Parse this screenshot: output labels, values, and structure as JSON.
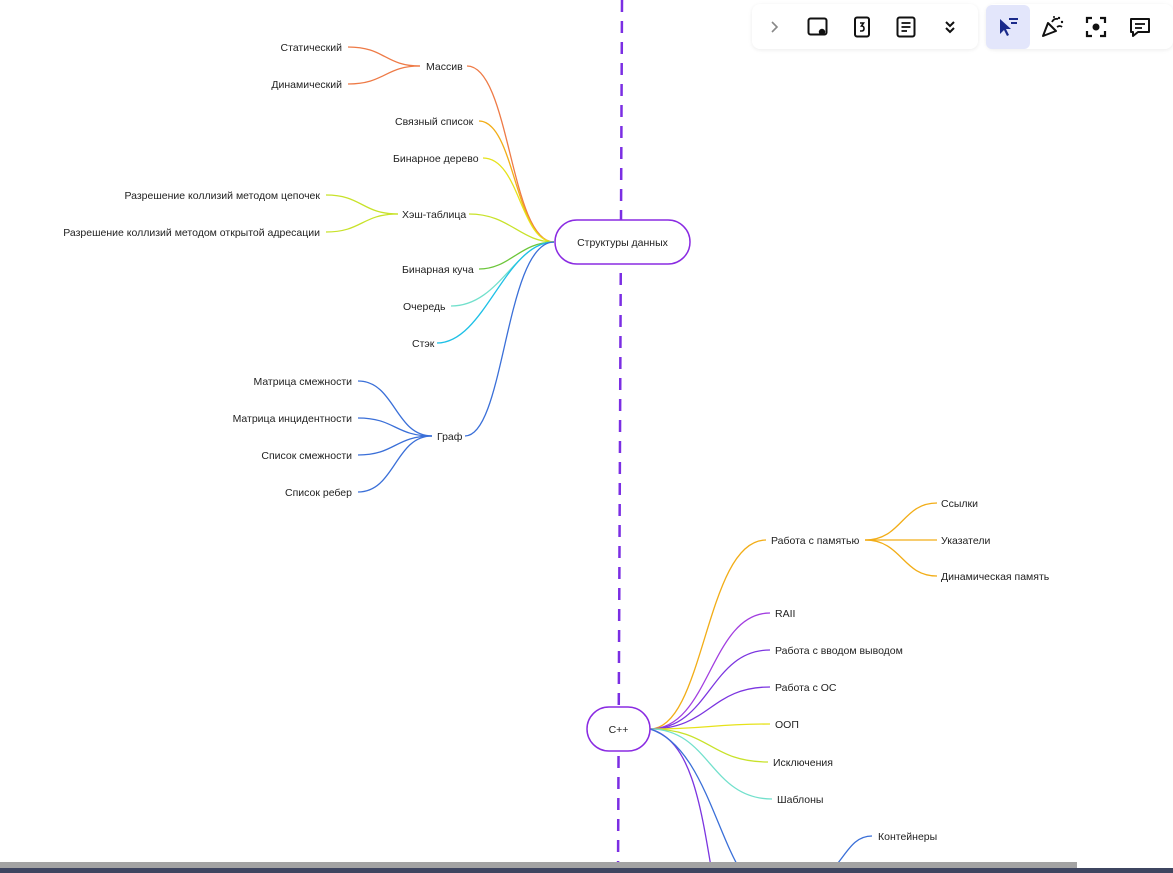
{
  "colors": {
    "divider": "#7b2ee3",
    "node_border": "#8a2be2",
    "orange": "#ee7a46",
    "amber": "#f2ad17",
    "yellow": "#e6e21a",
    "lime": "#c8e22a",
    "green": "#6cc63a",
    "mint": "#72e0cc",
    "cyan": "#1ec0e6",
    "blue": "#3a6fd8",
    "purple": "#7b35e0",
    "violet": "#a23ee0",
    "toolbar_active": "#e3e6fb"
  },
  "toolbar": {
    "left": [
      {
        "icon": "chevron-right-icon"
      },
      {
        "icon": "frame-icon"
      },
      {
        "icon": "card-icon"
      },
      {
        "icon": "document-icon"
      },
      {
        "icon": "double-chevron-down-icon"
      }
    ],
    "right": [
      {
        "icon": "select-cursor-icon",
        "active": true
      },
      {
        "icon": "celebrate-icon"
      },
      {
        "icon": "focus-icon"
      },
      {
        "icon": "comment-icon"
      }
    ]
  },
  "mindmap": {
    "data_structures": {
      "root": "Структуры данных",
      "array": {
        "label": "Массив",
        "children": [
          "Статический",
          "Динамический"
        ]
      },
      "linked_list": "Связный список",
      "binary_tree": "Бинарное дерево",
      "hash_table": {
        "label": "Хэш-таблица",
        "children": [
          "Разрешение коллизий методом цепочек",
          "Разрешение коллизий методом открытой адресации"
        ]
      },
      "binary_heap": "Бинарная куча",
      "queue": "Очередь",
      "stack": "Стэк",
      "graph": {
        "label": "Граф",
        "children": [
          "Матрица смежности",
          "Матрица инцидентности",
          "Список смежности",
          "Список ребер"
        ]
      }
    },
    "cpp": {
      "root": "C++",
      "memory": {
        "label": "Работа с памятью",
        "children": [
          "Ссылки",
          "Указатели",
          "Динамическая память"
        ]
      },
      "raii": "RAII",
      "io": "Работа с вводом выводом",
      "os": "Работа с ОС",
      "oop": "ООП",
      "exceptions": "Исключения",
      "templates": "Шаблоны",
      "containers": "Контейнеры"
    }
  }
}
